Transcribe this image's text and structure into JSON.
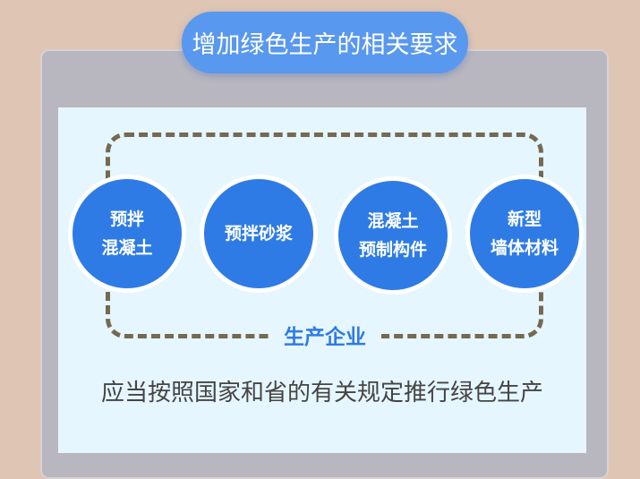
{
  "title": "增加绿色生产的相关要求",
  "items": [
    {
      "line1": "预拌",
      "line2": "混凝土"
    },
    {
      "line1": "预拌砂浆",
      "line2": ""
    },
    {
      "line1": "混凝土",
      "line2": "预制构件"
    },
    {
      "line1": "新型",
      "line2": "墙体材料"
    }
  ],
  "group_label": "生产企业",
  "description": "应当按照国家和省的有关规定推行绿色生产",
  "colors": {
    "accent": "#2e7be6",
    "pill": "#5898ef",
    "dash": "#746a52",
    "background": "#dfc5b3"
  }
}
